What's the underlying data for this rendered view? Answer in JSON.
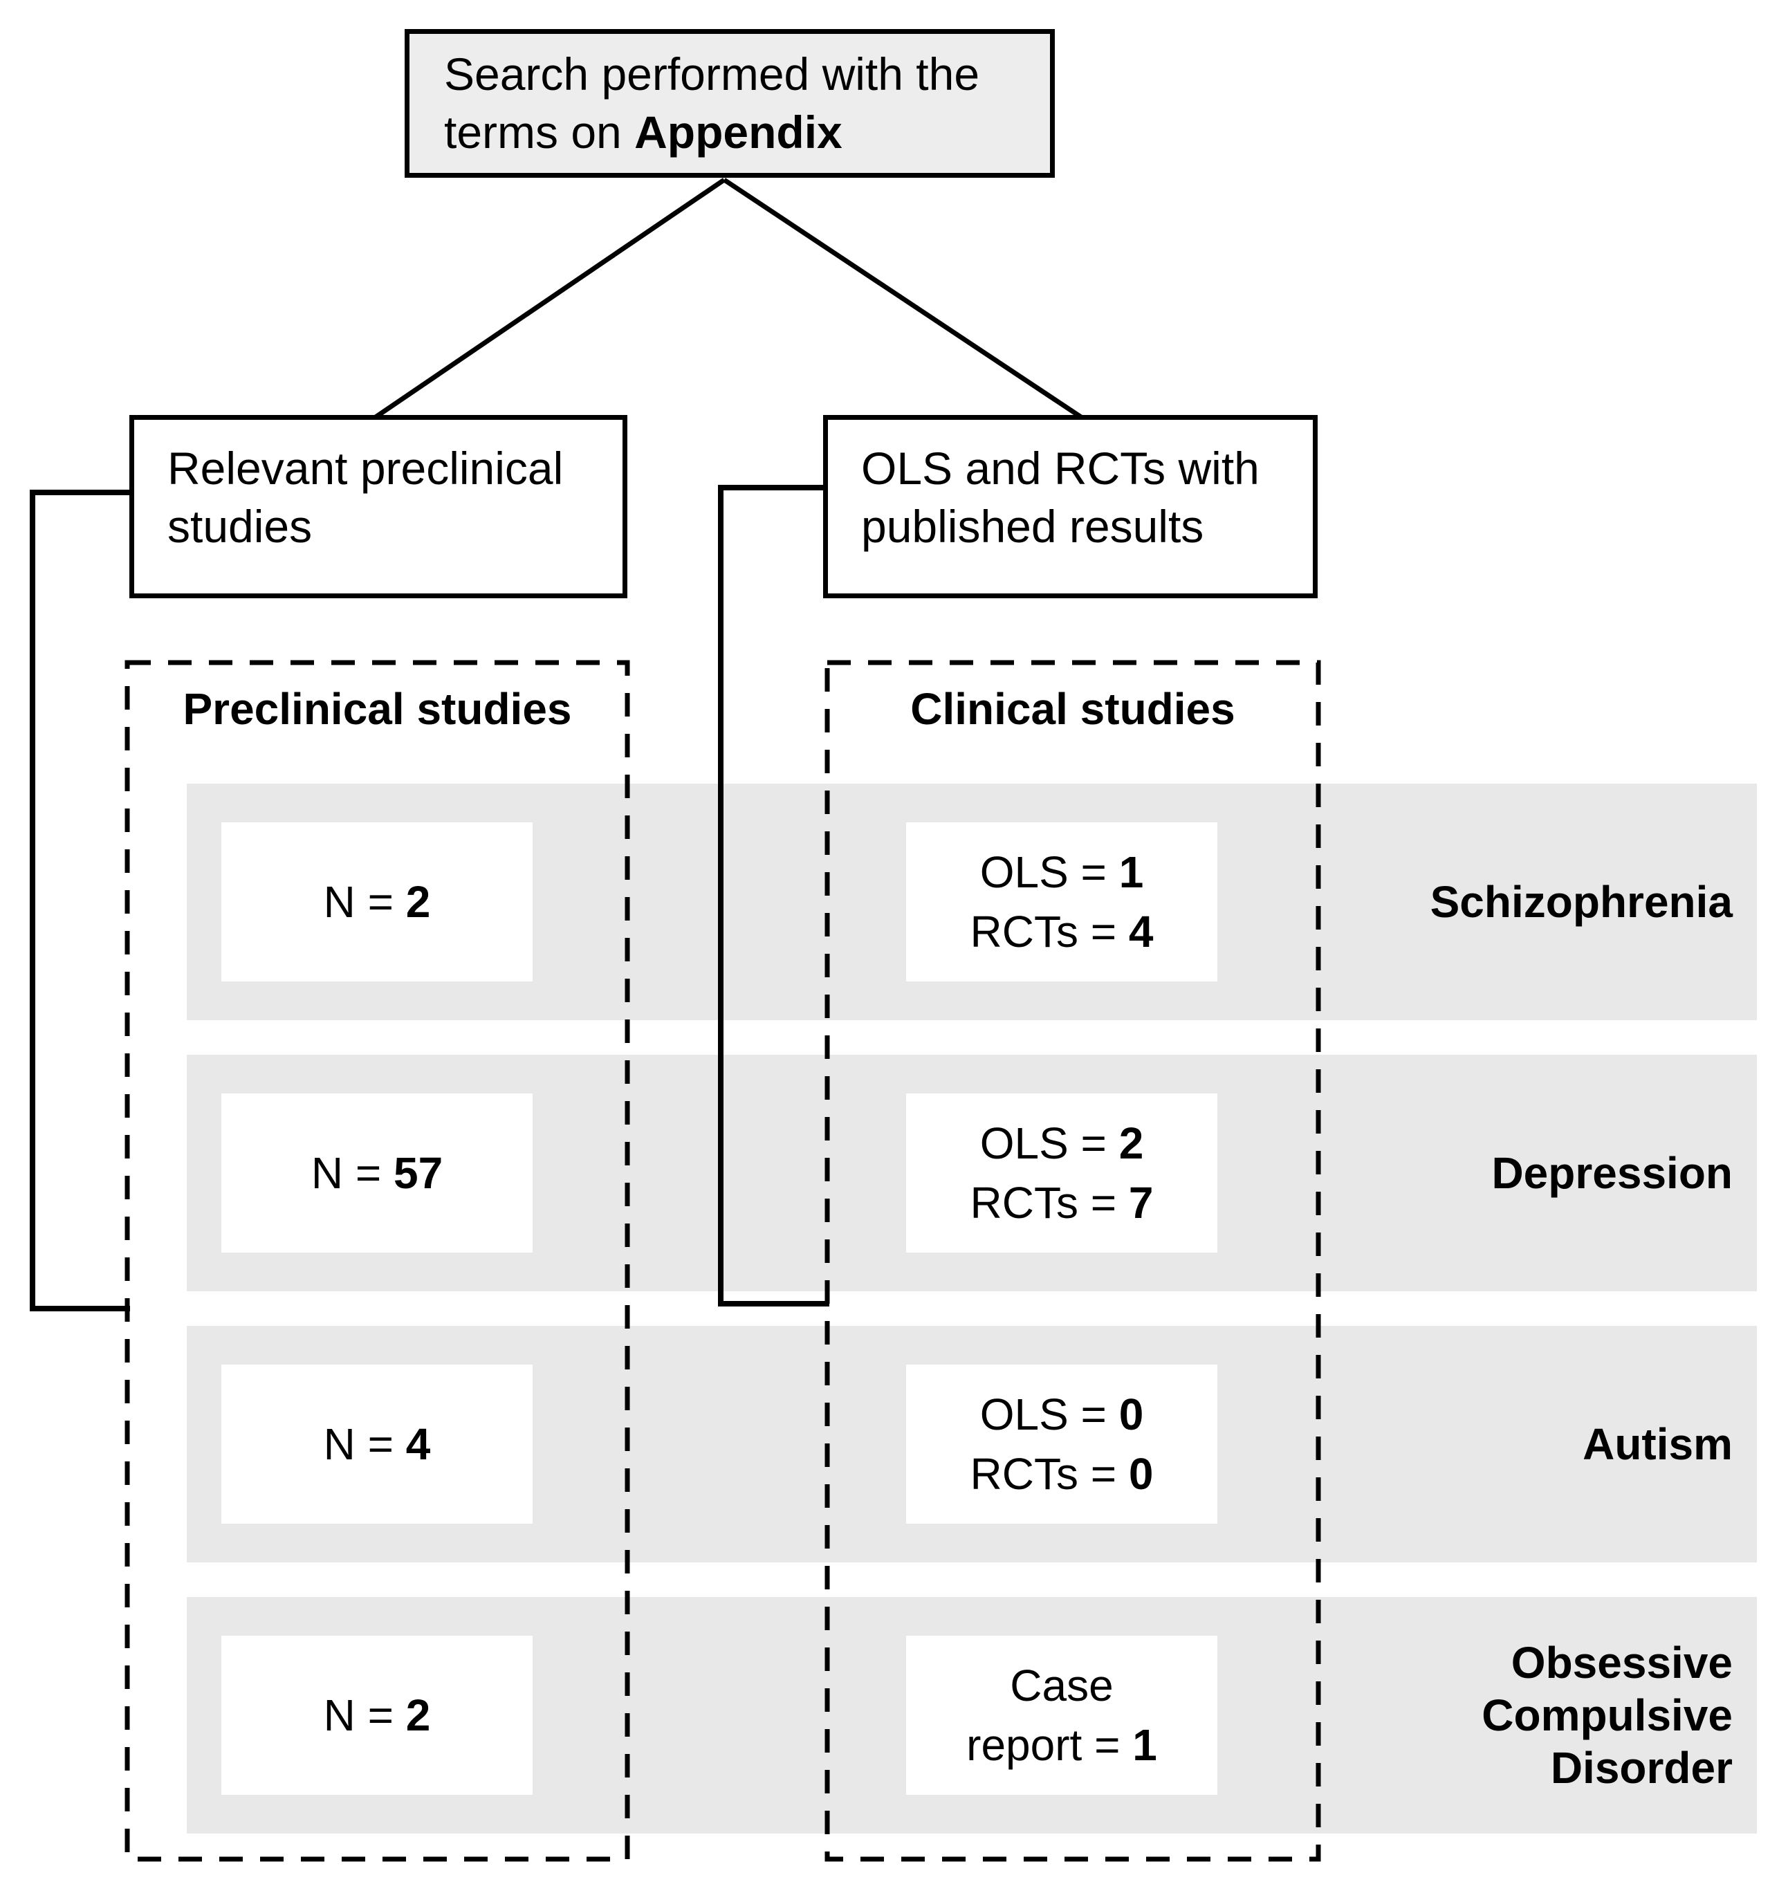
{
  "colors": {
    "band_gray": "#e8e8e8",
    "top_box_gray": "#ededed",
    "line_black": "#000000",
    "box_white": "#ffffff"
  },
  "top_box": {
    "line1": "Search performed with the",
    "line2_text": "terms on ",
    "line2_bold": "Appendix"
  },
  "left_branch": {
    "line1": "Relevant preclinical",
    "line2": "studies"
  },
  "right_branch": {
    "line1": "OLS and RCTs with",
    "line2": "published results"
  },
  "headers": {
    "preclinical": "Preclinical studies",
    "clinical": "Clinical studies"
  },
  "rows": [
    {
      "label": "Schizophrenia",
      "pre": {
        "prefix": "N = ",
        "value": "2"
      },
      "clin": {
        "l1_prefix": "OLS = ",
        "l1_value": "1",
        "l2_prefix": "RCTs = ",
        "l2_value": "4"
      }
    },
    {
      "label": "Depression",
      "pre": {
        "prefix": "N = ",
        "value": "57"
      },
      "clin": {
        "l1_prefix": "OLS = ",
        "l1_value": "2",
        "l2_prefix": "RCTs = ",
        "l2_value": "7"
      }
    },
    {
      "label": "Autism",
      "pre": {
        "prefix": "N = ",
        "value": "4"
      },
      "clin": {
        "l1_prefix": "OLS = ",
        "l1_value": "0",
        "l2_prefix": "RCTs = ",
        "l2_value": "0"
      }
    },
    {
      "label": "Obsessive Compulsive Disorder",
      "pre": {
        "prefix": "N = ",
        "value": "2"
      },
      "clin": {
        "l1_prefix": "Case",
        "l1_value": "",
        "l2_prefix": "report = ",
        "l2_value": "1"
      }
    }
  ]
}
